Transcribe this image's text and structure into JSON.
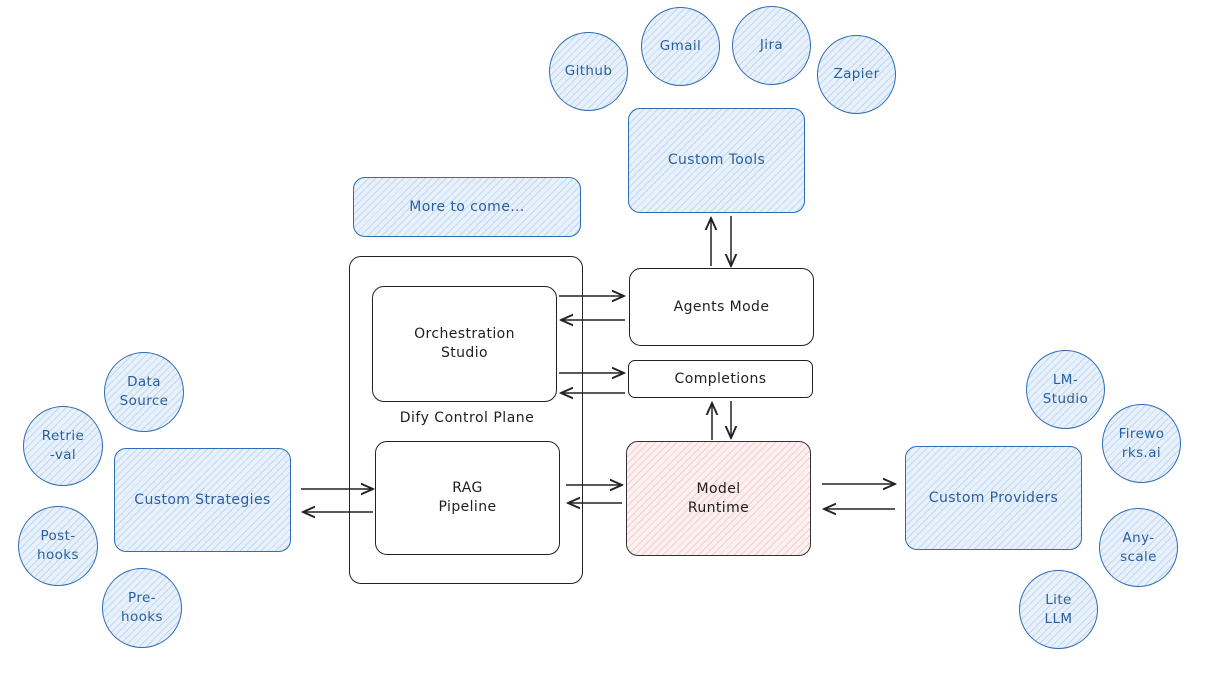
{
  "control_plane": {
    "label": "Dify Control Plane"
  },
  "nodes": {
    "more_to_come": "More to come...",
    "custom_tools": "Custom Tools",
    "agents_mode": "Agents Mode",
    "orchestration_studio": "Orchestration\nStudio",
    "completions": "Completions",
    "rag_pipeline": "RAG\nPipeline",
    "model_runtime": "Model\nRuntime",
    "custom_strategies": "Custom Strategies",
    "custom_providers": "Custom Providers"
  },
  "tools": {
    "github": "Github",
    "gmail": "Gmail",
    "jira": "Jira",
    "zapier": "Zapier"
  },
  "strategies": {
    "data_source": "Data\nSource",
    "retrieval": "Retrie\n-val",
    "post_hooks": "Post-\nhooks",
    "pre_hooks": "Pre-\nhooks"
  },
  "providers": {
    "lm_studio": "LM-\nStudio",
    "fireworks": "Firewo\nrks.ai",
    "anyscale": "Any-\nscale",
    "lite_llm": "Lite\nLLM"
  },
  "colors": {
    "blue_stroke": "#2f6db5",
    "blue_fill": "#e8f1fb",
    "red_fill": "#fdf0f0",
    "black_stroke": "#222222"
  }
}
